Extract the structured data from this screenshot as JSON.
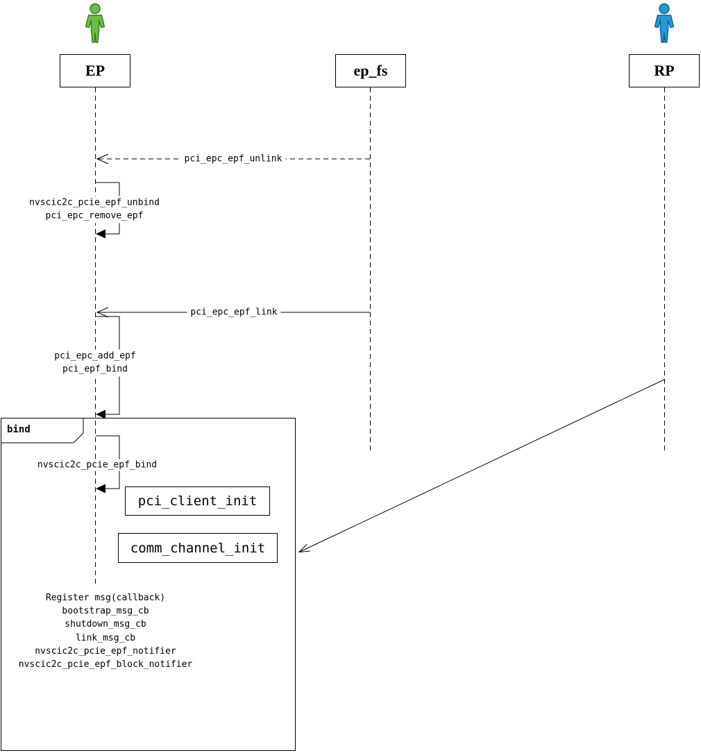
{
  "diagram": {
    "actors": {
      "ep": {
        "label": "EP"
      },
      "ep_fs": {
        "label": "ep_fs"
      },
      "rp": {
        "label": "RP"
      }
    },
    "colors": {
      "ep_icon_fill": "#6CBE45",
      "ep_icon_stroke": "#2F7A1D",
      "rp_icon_fill": "#1F9CD8",
      "rp_icon_stroke": "#0E5E87",
      "line": "#000000"
    },
    "messages": {
      "unlink": {
        "label": "pci_epc_epf_unlink"
      },
      "unbind_self": {
        "lines": [
          "nvscic2c_pcie_epf_unbind",
          "pci_epc_remove_epf"
        ]
      },
      "link": {
        "label": "pci_epc_epf_link"
      },
      "bind_self": {
        "lines": [
          "pci_epc_add_epf",
          "pci_epf_bind"
        ]
      },
      "epf_bind_self": {
        "label": "nvscic2c_pcie_epf_bind"
      }
    },
    "frame": {
      "label": "bind"
    },
    "nodes": {
      "pci_client_init": {
        "label": "pci_client_init"
      },
      "comm_channel_init": {
        "label": "comm_channel_init"
      }
    },
    "register_block": {
      "lines": [
        "Register msg(callback)",
        "bootstrap_msg_cb",
        "shutdown_msg_cb",
        "link_msg_cb",
        "nvscic2c_pcie_epf_notifier",
        "nvscic2c_pcie_epf_block_notifier"
      ]
    }
  }
}
